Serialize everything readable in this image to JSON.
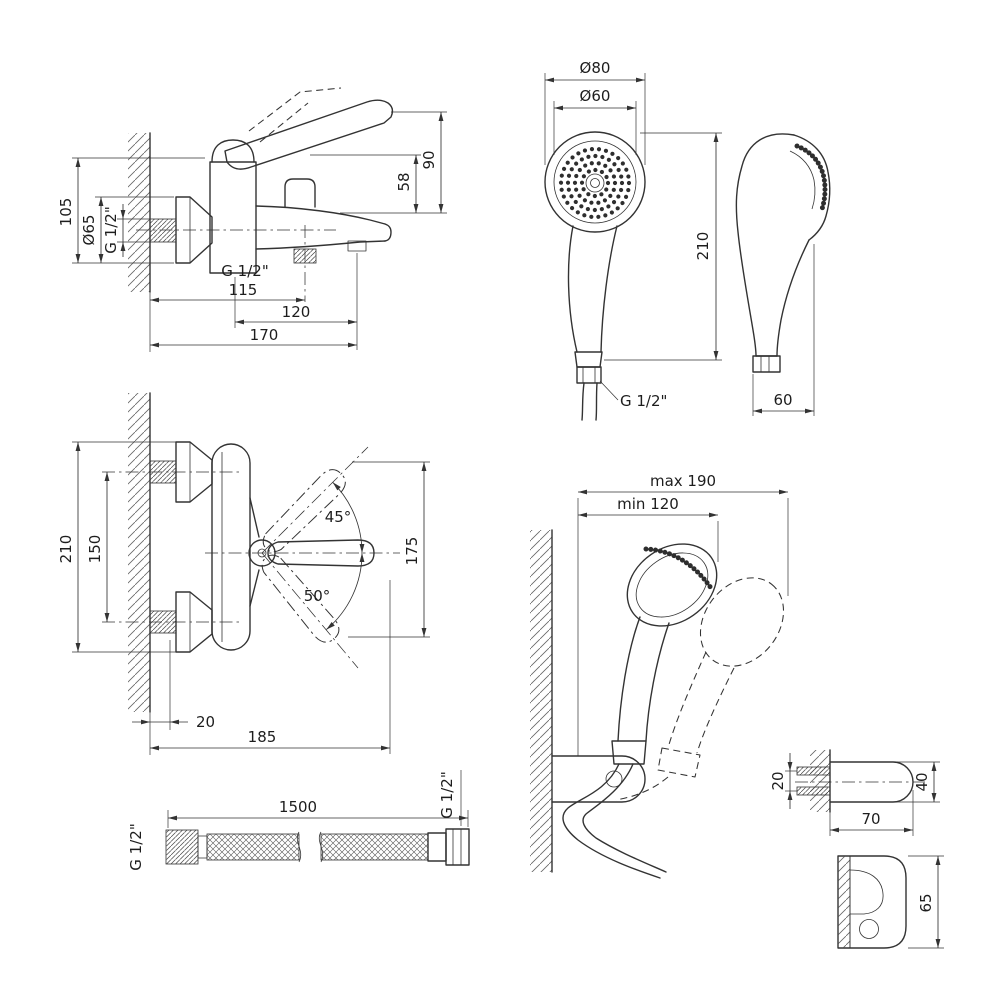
{
  "views": {
    "mixer_side": {
      "d105": "105",
      "d65": "Ø65",
      "g12_wall": "G 1/2\"",
      "d90": "90",
      "d58": "58",
      "g12_port": "G 1/2\"",
      "d115": "115",
      "d120": "120",
      "d170": "170"
    },
    "handset_front": {
      "d80": "Ø80",
      "d60": "Ø60",
      "d210": "210",
      "g12": "G 1/2\""
    },
    "handset_side": {
      "d60": "60"
    },
    "mixer_front": {
      "d210": "210",
      "d150": "150",
      "a45": "45°",
      "a50": "50°",
      "d175": "175",
      "d20": "20",
      "d185": "185"
    },
    "holder": {
      "max": "max 190",
      "min": "min 120"
    },
    "hose": {
      "g12_left": "G 1/2\"",
      "d1500": "1500",
      "g12_right": "G 1/2\""
    },
    "bracket": {
      "d20": "20",
      "d40": "40",
      "d70": "70",
      "d65": "65"
    }
  }
}
